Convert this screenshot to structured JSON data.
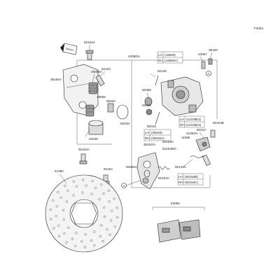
{
  "diagram_id": "F2004",
  "front_icon_text": "FRONT",
  "labels": {
    "p92154a": "92154A",
    "p43080a": "43080/A",
    "p92154_right": "92154B",
    "p43057": "43057",
    "p39156": "39156",
    "p92153": "92153",
    "p49006a": "49006A",
    "p92145": "92145",
    "p38184a": "38184A",
    "p49006": "49006",
    "p92055": "92055",
    "p92043": "92043",
    "p92049": "92049",
    "p92040": "92040",
    "p92043b": "92043",
    "p92210": "92210",
    "p92154b": "92154B",
    "p43049": "43049",
    "p39184a": "39184/A",
    "p92154c": "92154C",
    "p92154bc": "92154B/C",
    "p11065": "11065",
    "p21083a": "21083/A",
    "p92154a2": "92154A",
    "p41080": "41080",
    "p92154_mid": "92154",
    "p92055a": "92055A",
    "p92154c2": "92154C",
    "p92143a": "92143A",
    "p43082": "43082"
  },
  "tables": {
    "t43080": {
      "rows": [
        [
          "LH",
          "(43080)"
        ],
        [
          "RH",
          "(43080A)"
        ]
      ]
    },
    "t12105": {
      "rows": [
        [
          "LH",
          "(12105E1)"
        ],
        [
          "RH",
          "(12105E2)"
        ]
      ]
    },
    "t39184": {
      "rows": [
        [
          "LH",
          "(39184)"
        ],
        [
          "RH",
          "(39184A)"
        ]
      ]
    },
    "t92154": {
      "rows": [
        [
          "LH",
          "(92154B)"
        ],
        [
          "RH",
          "(92154C)"
        ]
      ]
    }
  },
  "callout_letter": "A"
}
